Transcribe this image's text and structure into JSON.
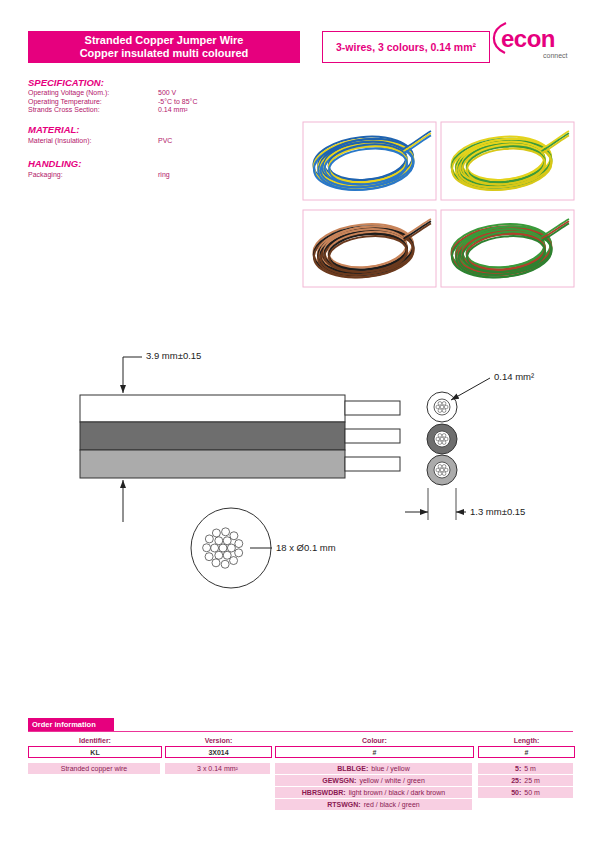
{
  "diagram": {
    "nodes": [
      {
        "text": [
          "Stranded Copper Jumper Wire",
          "Copper insulated multi coloured"
        ]
      },
      {
        "text": [
          "3-wires, 3 colours, 0.14 mm²"
        ]
      },
      {
        "text": [
          "Order information"
        ]
      },
      {
        "text": [
          "Identifier:",
          "KL"
        ]
      },
      {
        "text": [
          "Version:",
          "3X014"
        ]
      },
      {
        "text": [
          "Colour:",
          "#"
        ]
      },
      {
        "text": [
          "Length:",
          "#"
        ]
      },
      {
        "text": [
          "Stranded copper wire"
        ]
      },
      {
        "text": [
          "3 x 0.14 mm²"
        ]
      },
      {
        "text": [
          "BLBLGE:",
          "blue / yellow"
        ]
      },
      {
        "text": [
          "5:",
          "5 m"
        ]
      },
      {
        "text": [
          "GEWSGN:",
          "yellow / white / green"
        ]
      },
      {
        "text": [
          "25:",
          "25 m"
        ]
      },
      {
        "text": [
          "HBRSWDBR:",
          "light brown / black / dark brown"
        ]
      },
      {
        "text": [
          "50:",
          "50 m"
        ]
      },
      {
        "text": [
          "RTSWGN:",
          "red / black / green"
        ]
      }
    ],
    "labels": [
      "econ",
      "connect",
      "SPECIFICATION:",
      "Operating Voltage (Nom.):",
      "500 V",
      "Operating Temperature:",
      "-5°C to 85°C",
      "Strands Cross Section:",
      "0.14 mm²",
      "MATERIAL:",
      "Material (Insulation):",
      "PVC",
      "HANDLING:",
      "Packaging:",
      "ring",
      "3.9 mm±0.15",
      "0.14 mm²",
      "1.3 mm±0.15",
      "18 x Ø0.1 mm"
    ]
  }
}
